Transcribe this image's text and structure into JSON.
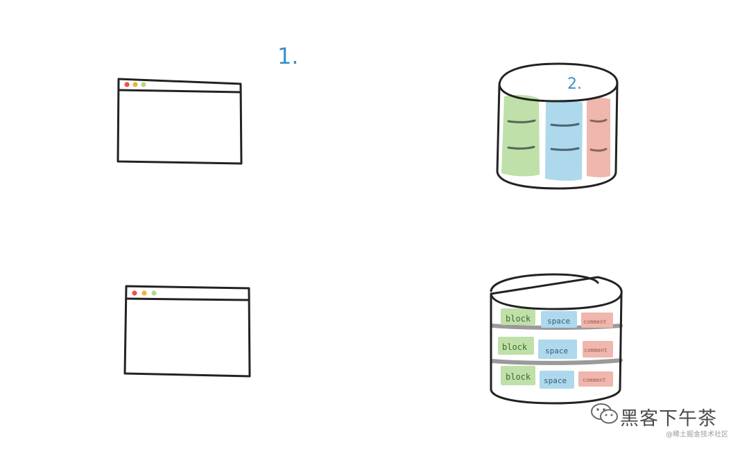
{
  "colors": {
    "arrow": "#3d8fc6",
    "ink": "#222222",
    "dot_red": "#e8554a",
    "dot_orange": "#efb33a",
    "dot_green": "#b6d88a",
    "col_green": "#bfe0a8",
    "col_blue": "#aed8ec",
    "col_red": "#efb7ad",
    "shelf_gray": "#9a9a9a",
    "tag_text_green": "#3f6a36",
    "tag_text_blue": "#2f5d78",
    "tag_text_red": "#a05a50"
  },
  "top_diagram": {
    "step_1": "1.",
    "step_2": "2."
  },
  "bottom_diagram": {
    "rows": [
      {
        "block": "block",
        "space": "space",
        "comment": "comment"
      },
      {
        "block": "block",
        "space": "space",
        "comment": "comment"
      },
      {
        "block": "block",
        "space": "space",
        "comment": "comment"
      }
    ]
  },
  "watermark": {
    "brand": "黑客下午茶",
    "sub": "@稀土掘金技术社区"
  }
}
